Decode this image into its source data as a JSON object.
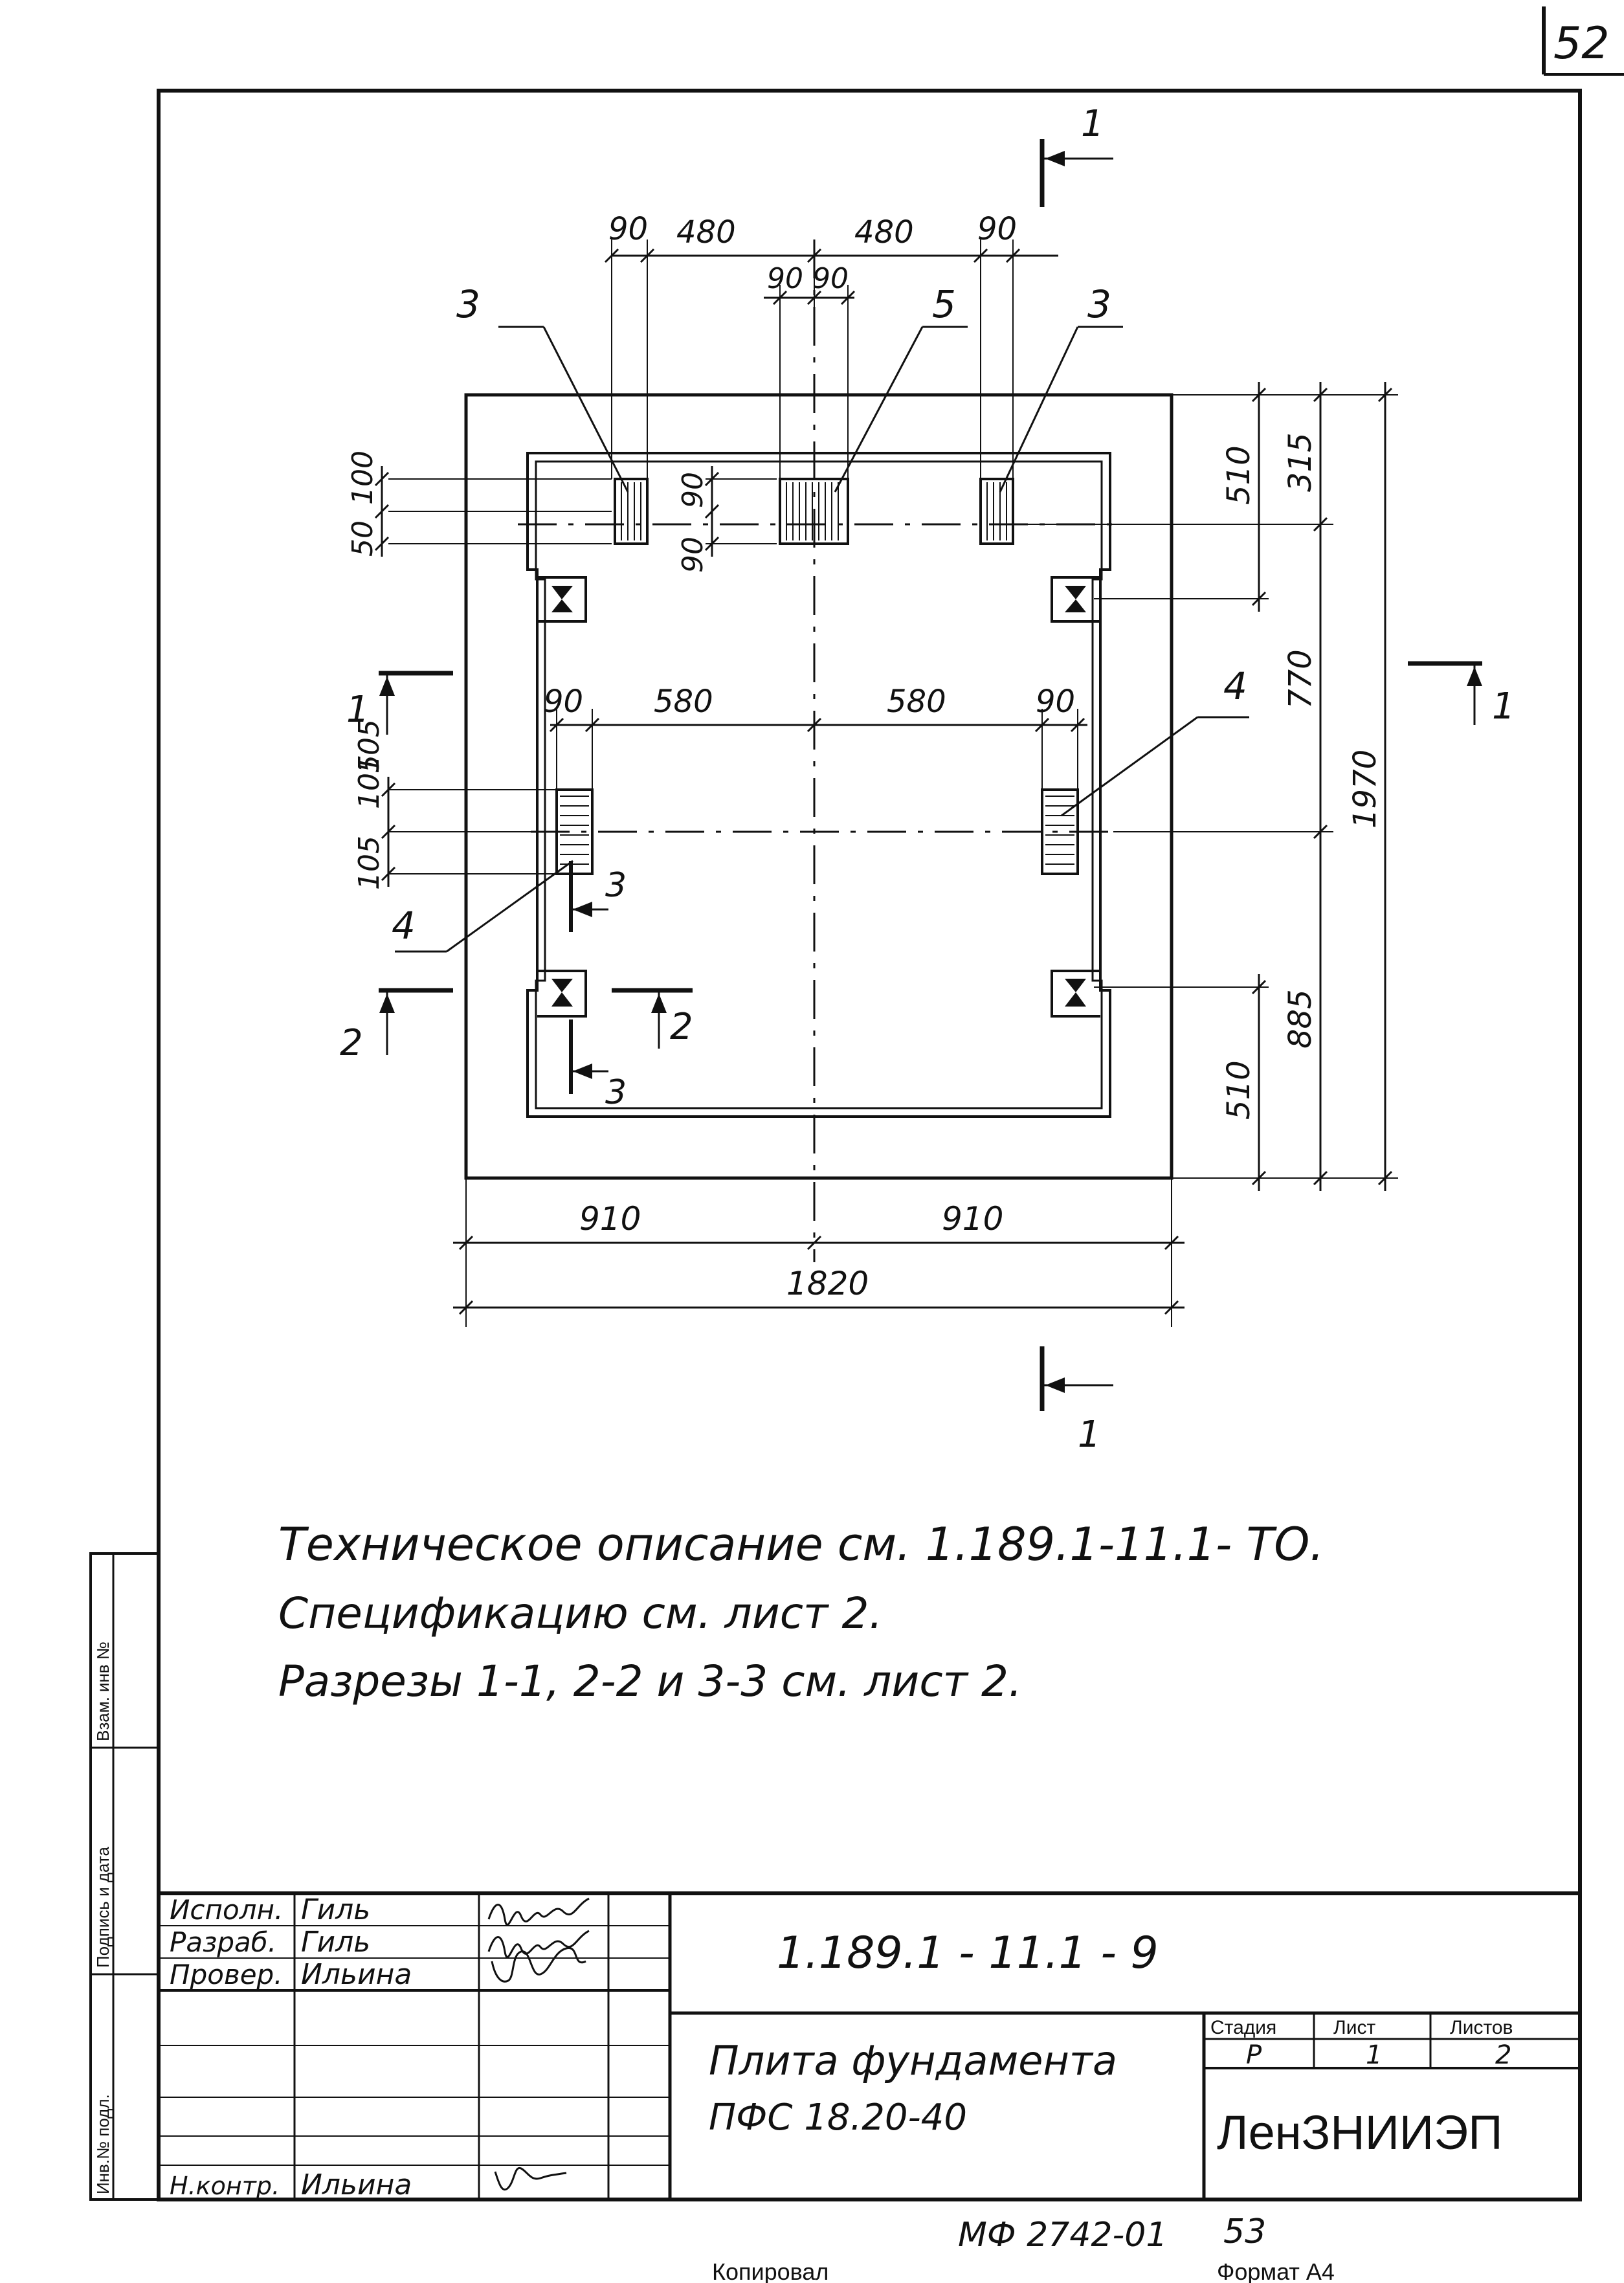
{
  "sheet": {
    "page_number": "52",
    "copied_label": "Копировал",
    "format_label": "Формат А4",
    "archive_code": "МФ 2742-01",
    "archive_sheet": "53"
  },
  "drawing": {
    "dims_top": [
      "90",
      "480",
      "480",
      "90",
      "90",
      "90"
    ],
    "dims_mid": [
      "90",
      "580",
      "580",
      "90"
    ],
    "dims_left": [
      "100",
      "50",
      "90",
      "90",
      "105",
      "105",
      "105"
    ],
    "dims_right": [
      "510",
      "315",
      "770",
      "1970",
      "885",
      "510"
    ],
    "dims_bottom": [
      "910",
      "910",
      "1820"
    ],
    "part_labels": [
      "3",
      "3",
      "5",
      "4",
      "4"
    ],
    "section_labels": [
      "1",
      "1",
      "1",
      "1",
      "2",
      "2",
      "3",
      "3"
    ]
  },
  "notes": [
    "Техническое описание см.   1.189.1-11.1- ТО.",
    "Спецификацию см. лист 2.",
    "Разрезы 1-1, 2-2 и 3-3 см. лист 2."
  ],
  "side_stamp": {
    "cells": [
      "Взам. инв №",
      "Подпись и дата",
      "Инв.№ подл."
    ]
  },
  "title_block": {
    "roles": [
      "Исполн.",
      "Разраб.",
      "Провер.",
      "Н.контр."
    ],
    "names": [
      "Гиль",
      "Гиль",
      "Ильина",
      "Ильина"
    ],
    "document_code": "1.189.1 - 11.1 - 9",
    "title_line1": "Плита фундамента",
    "title_line2": "ПФС 18.20-40",
    "stage_header": "Стадия",
    "sheet_header": "Лист",
    "sheets_header": "Листов",
    "stage": "Р",
    "sheet": "1",
    "sheets": "2",
    "organization": "ЛенЗНИИЭП"
  }
}
